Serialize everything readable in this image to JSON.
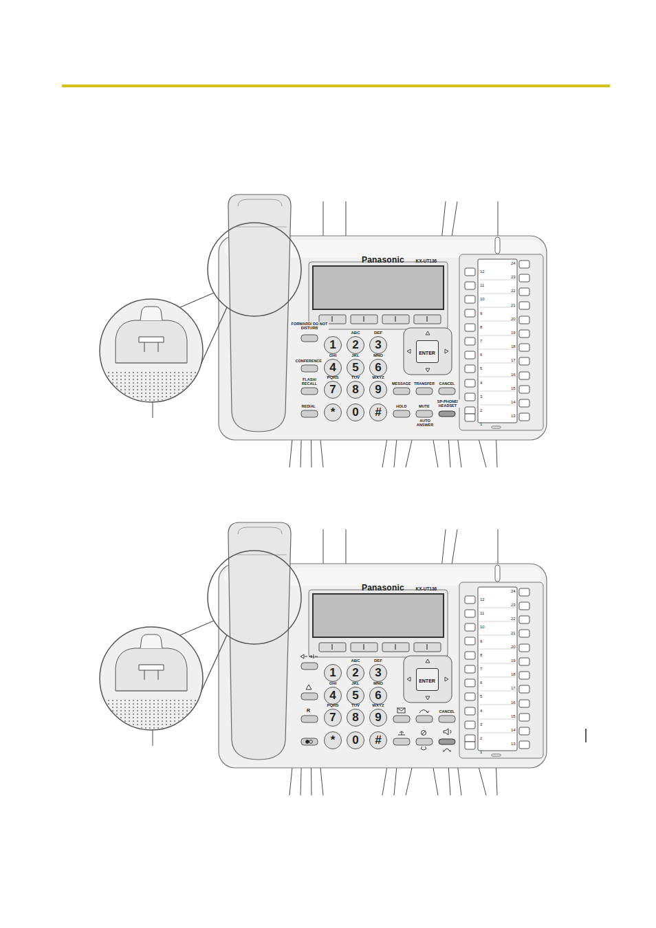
{
  "diagram": {
    "nodes": [
      {
        "text": [
          "1"
        ]
      },
      {
        "text": [
          "ABC",
          "2"
        ]
      },
      {
        "text": [
          "DEF",
          "3"
        ]
      },
      {
        "text": [
          "GHI",
          "4"
        ]
      },
      {
        "text": [
          "JKL",
          "5"
        ]
      },
      {
        "text": [
          "MNO",
          "6"
        ]
      },
      {
        "text": [
          "PQRS",
          "7"
        ]
      },
      {
        "text": [
          "TUV",
          "8"
        ]
      },
      {
        "text": [
          "WXYZ",
          "9"
        ]
      },
      {
        "text": [
          "*"
        ]
      },
      {
        "text": [
          "0"
        ]
      },
      {
        "text": [
          "#"
        ]
      },
      {
        "text": [
          "ENTER"
        ]
      },
      {
        "text": [
          "1"
        ]
      },
      {
        "text": [
          "ABC",
          "2"
        ]
      },
      {
        "text": [
          "DEF",
          "3"
        ]
      },
      {
        "text": [
          "GHI",
          "4"
        ]
      },
      {
        "text": [
          "JKL",
          "5"
        ]
      },
      {
        "text": [
          "MNO",
          "6"
        ]
      },
      {
        "text": [
          "PQRS",
          "7"
        ]
      },
      {
        "text": [
          "TUV",
          "8"
        ]
      },
      {
        "text": [
          "WXYZ",
          "9"
        ]
      },
      {
        "text": [
          "*"
        ]
      },
      {
        "text": [
          "0"
        ]
      },
      {
        "text": [
          "#"
        ]
      },
      {
        "text": [
          "ENTER"
        ]
      }
    ],
    "labels": [
      "Panasonic",
      "KX-UT136",
      "FORWARD/ DO NOT DISTURB",
      "CONFERENCE",
      "FLASH/ RECALL",
      "REDIAL",
      "MESSAGE",
      "TRANSFER",
      "CANCEL",
      "HOLD",
      "MUTE",
      "AUTO ANSWER",
      "SP-PHONE/ HEADSET",
      "24",
      "12",
      "23",
      "11",
      "22",
      "10",
      "21",
      "9",
      "20",
      "8",
      "19",
      "7",
      "18",
      "6",
      "17",
      "5",
      "16",
      "4",
      "15",
      "3",
      "14",
      "2",
      "13",
      "1",
      "Panasonic",
      "KX-UT136",
      "R",
      "CANCEL",
      "24",
      "12",
      "23",
      "11",
      "22",
      "10",
      "21",
      "9",
      "20",
      "8",
      "19",
      "7",
      "18",
      "6",
      "17",
      "5",
      "16",
      "4",
      "15",
      "3",
      "14",
      "2",
      "13",
      "1"
    ]
  }
}
